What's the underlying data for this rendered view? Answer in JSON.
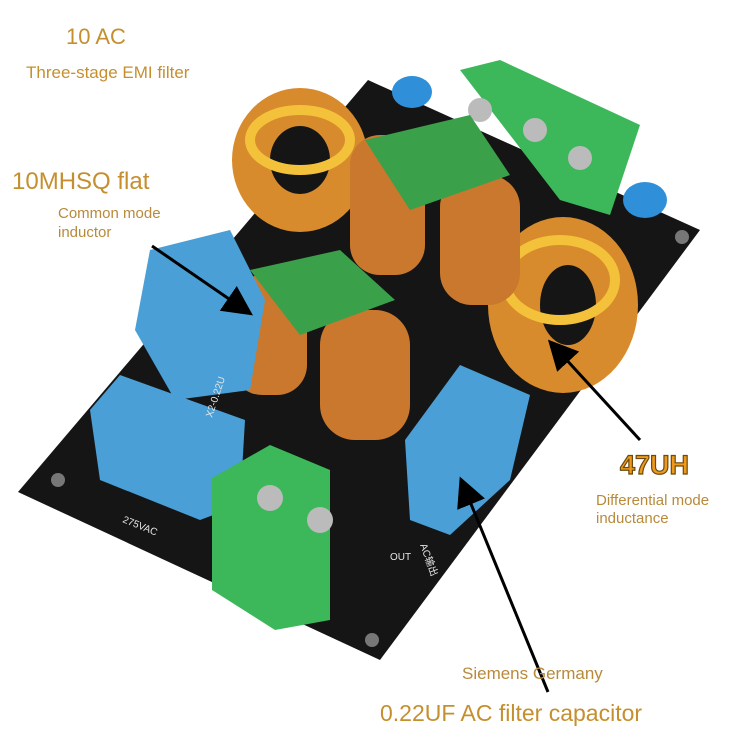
{
  "title": {
    "line1": "10 AC",
    "line2": "Three-stage EMI filter"
  },
  "common_mode": {
    "title": "10MHSQ flat",
    "desc": "Common mode inductor"
  },
  "differential": {
    "title": "47UH",
    "desc": "Differential mode inductance"
  },
  "capacitor": {
    "brand": "Siemens Germany",
    "desc": "0.22UF AC filter capacitor"
  },
  "board_labels": {
    "voltage": "275VAC",
    "cap": "X2-0.22U",
    "out": "AC输出",
    "out_en": "OUT"
  },
  "colors": {
    "text": "#c58f2e",
    "accent": "#ee9a1c",
    "pcb": "#151515",
    "capacitor": "#4a9fd6",
    "terminal": "#3cb85a",
    "copper": "#c9782e"
  }
}
